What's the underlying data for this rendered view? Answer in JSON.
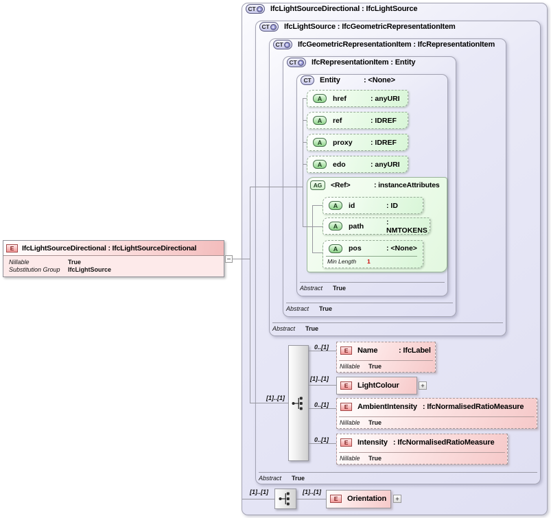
{
  "icons": {
    "complex_type": "CT",
    "attribute": "A",
    "attribute_group": "AG",
    "element": "E",
    "extension_plus": "+",
    "expand_plus": "+"
  },
  "element_declaration": {
    "title": "IfcLightSourceDirectional : IfcLightSourceDirectional",
    "rows": [
      {
        "label": "Nillable",
        "value": "True"
      },
      {
        "label": "Substitution Group",
        "value": "IfcLightSource"
      }
    ]
  },
  "type_boxes": [
    {
      "title": "IfcLightSourceDirectional : IfcLightSource"
    },
    {
      "title": "IfcLightSource : IfcGeometricRepresentationItem",
      "footer_label": "Abstract",
      "footer_value": "True"
    },
    {
      "title": "IfcGeometricRepresentationItem : IfcRepresentationItem",
      "footer_label": "Abstract",
      "footer_value": "True"
    },
    {
      "title": "IfcRepresentationItem : Entity",
      "footer_label": "Abstract",
      "footer_value": "True"
    },
    {
      "name": "Entity",
      "type": ": <None>",
      "footer_label": "Abstract",
      "footer_value": "True"
    }
  ],
  "entity_attributes": [
    {
      "name": "href",
      "type": ": anyURI"
    },
    {
      "name": "ref",
      "type": ": IDREF"
    },
    {
      "name": "proxy",
      "type": ": IDREF"
    },
    {
      "name": "edo",
      "type": ": anyURI"
    }
  ],
  "attribute_group": {
    "name": "<Ref>",
    "type": ": instanceAttributes",
    "attributes": [
      {
        "name": "id",
        "type": ": ID"
      },
      {
        "name": "path",
        "type": ": NMTOKENS"
      },
      {
        "name": "pos",
        "type": ": <None>",
        "facet_label": "Min Length",
        "facet_value": "1"
      }
    ]
  },
  "sequence": {
    "cardinality": "[1]..[1]",
    "items": [
      {
        "cardinality": "0..[1]",
        "name": "Name",
        "type": ": IfcLabel",
        "footer_label": "Nillable",
        "footer_value": "True"
      },
      {
        "cardinality": "[1]..[1]",
        "name": "LightColour"
      },
      {
        "cardinality": "0..[1]",
        "name": "AmbientIntensity",
        "type": ": IfcNormalisedRatioMeasure",
        "footer_label": "Nillable",
        "footer_value": "True"
      },
      {
        "cardinality": "0..[1]",
        "name": "Intensity",
        "type": ": IfcNormalisedRatioMeasure",
        "footer_label": "Nillable",
        "footer_value": "True"
      }
    ]
  },
  "orientation_sequence": {
    "cardinality": "[1]..[1]",
    "item_cardinality": "[1]..[1]",
    "item_name": "Orientation"
  }
}
